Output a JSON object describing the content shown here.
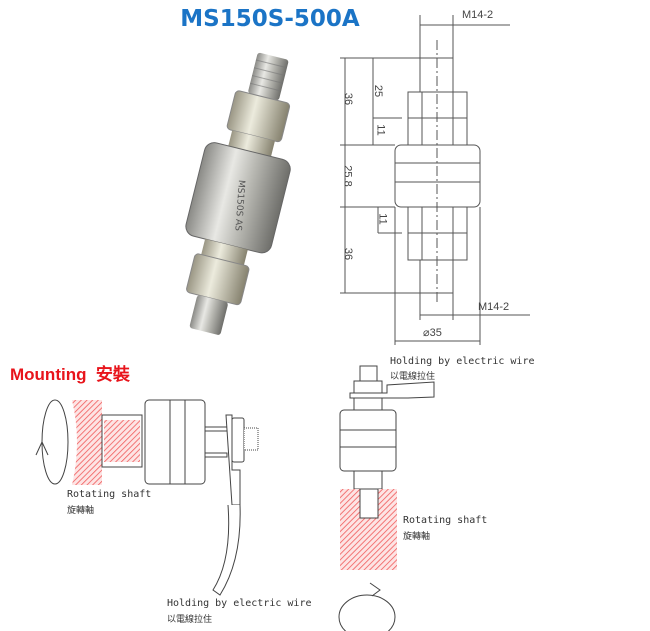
{
  "title": "MS150S-500A",
  "photo_marking": "MS150S AS",
  "drawing": {
    "thread_top": "M14-2",
    "thread_bottom": "M14-2",
    "diameter": "⌀35",
    "dims": {
      "upper_total": "36",
      "upper_thread": "25",
      "upper_nut": "11",
      "body": "25.8",
      "lower_nut": "11",
      "lower_total": "36"
    }
  },
  "mounting": {
    "heading": "Mounting",
    "heading_cn": "安裝",
    "left": {
      "shaft_label": "Rotating shaft",
      "shaft_label_cn": "旋轉軸",
      "wire_label": "Holding by electric wire",
      "wire_label_cn": "以電線拉住"
    },
    "right": {
      "shaft_label": "Rotating shaft",
      "shaft_label_cn": "旋轉軸",
      "wire_label": "Holding by electric wire",
      "wire_label_cn": "以電線拉住"
    }
  },
  "colors": {
    "title": "#1b74c6",
    "heading": "#e8141b",
    "hatch": "#f05a5a"
  }
}
